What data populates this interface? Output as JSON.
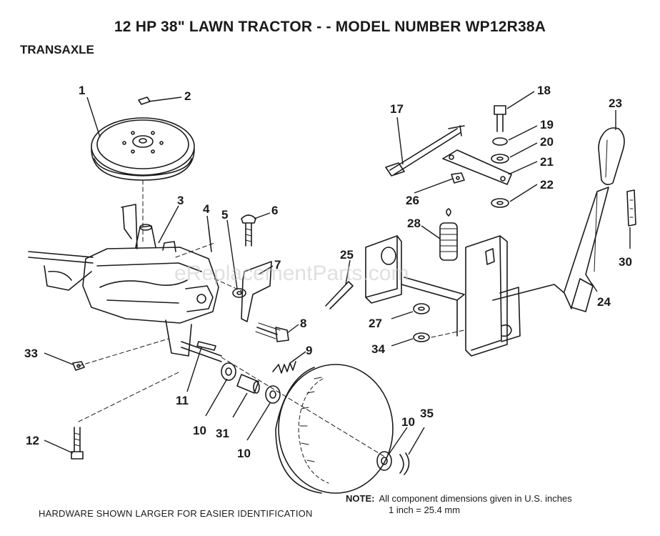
{
  "title": "12 HP 38\" LAWN TRACTOR - - MODEL NUMBER WP12R38A",
  "section": "TRANSAXLE",
  "watermark": "eReplacementParts.com",
  "callouts": {
    "p1": "1",
    "p2": "2",
    "p3": "3",
    "p4": "4",
    "p5": "5",
    "p6": "6",
    "p7": "7",
    "p8": "8",
    "p9": "9",
    "p10a": "10",
    "p10b": "10",
    "p10c": "10",
    "p11": "11",
    "p12": "12",
    "p17": "17",
    "p18": "18",
    "p19": "19",
    "p20": "20",
    "p21": "21",
    "p22": "22",
    "p23": "23",
    "p24": "24",
    "p25": "25",
    "p26": "26",
    "p27": "27",
    "p28": "28",
    "p30": "30",
    "p31": "31",
    "p33": "33",
    "p34": "34",
    "p35": "35"
  },
  "hardware_note": "HARDWARE SHOWN LARGER FOR EASIER IDENTIFICATION",
  "note": {
    "label": "NOTE:",
    "line1": "All component dimensions given in U.S. inches",
    "line2": "1 inch = 25.4 mm"
  }
}
